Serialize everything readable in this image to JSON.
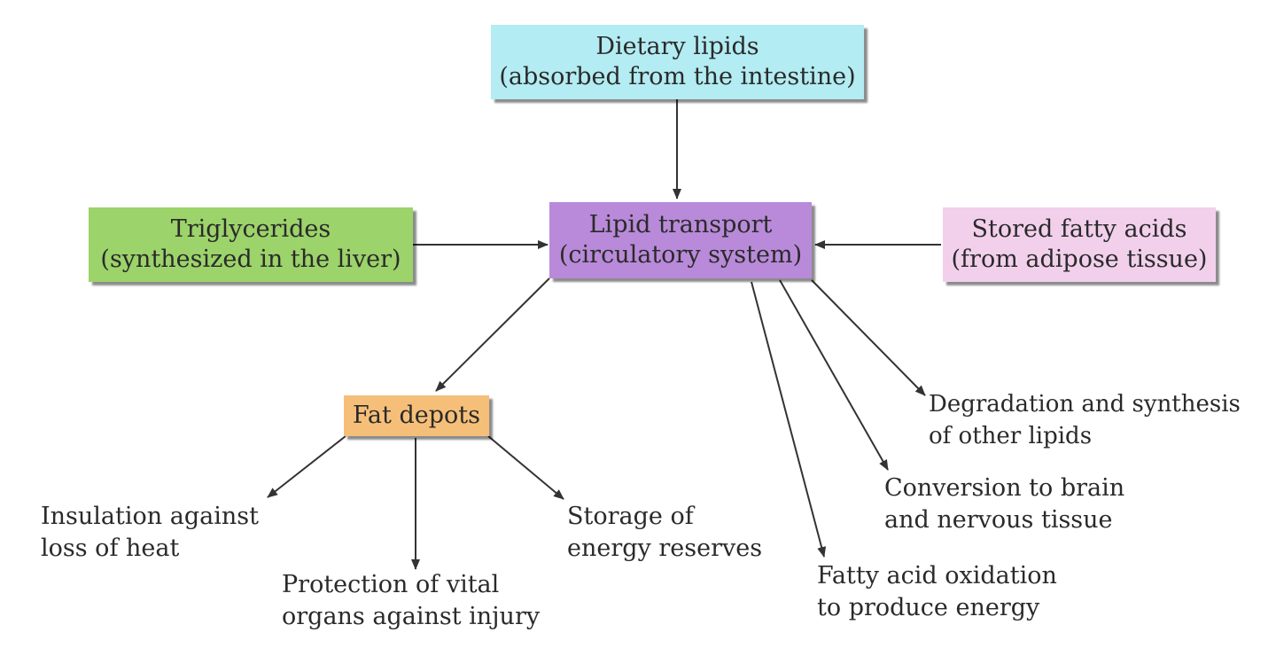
{
  "colors": {
    "dietary": "#b3ecf3",
    "triglycerides": "#9cd36a",
    "transport": "#b98ad9",
    "stored": "#f2d0ec",
    "depots": "#f6bf79",
    "arrow": "#333333"
  },
  "nodes": {
    "dietary": {
      "line1": "Dietary lipids",
      "line2": "(absorbed from the intestine)"
    },
    "triglycerides": {
      "line1": "Triglycerides",
      "line2": "(synthesized in the liver)"
    },
    "transport": {
      "line1": "Lipid transport",
      "line2": "(circulatory system)"
    },
    "stored": {
      "line1": "Stored fatty acids",
      "line2": "(from adipose tissue)"
    },
    "depots": {
      "line1": "Fat depots"
    }
  },
  "outcomes": {
    "insulation": {
      "line1": "Insulation against",
      "line2": "loss of heat"
    },
    "protection": {
      "line1": "Protection of vital",
      "line2": "organs against injury"
    },
    "storage": {
      "line1": "Storage of",
      "line2": "energy reserves"
    },
    "oxidation": {
      "line1": "Fatty acid oxidation",
      "line2": "to produce energy"
    },
    "conversion": {
      "line1": "Conversion to brain",
      "line2": "and nervous tissue"
    },
    "degradation": {
      "line1": "Degradation and synthesis",
      "line2": "of other lipids"
    }
  }
}
